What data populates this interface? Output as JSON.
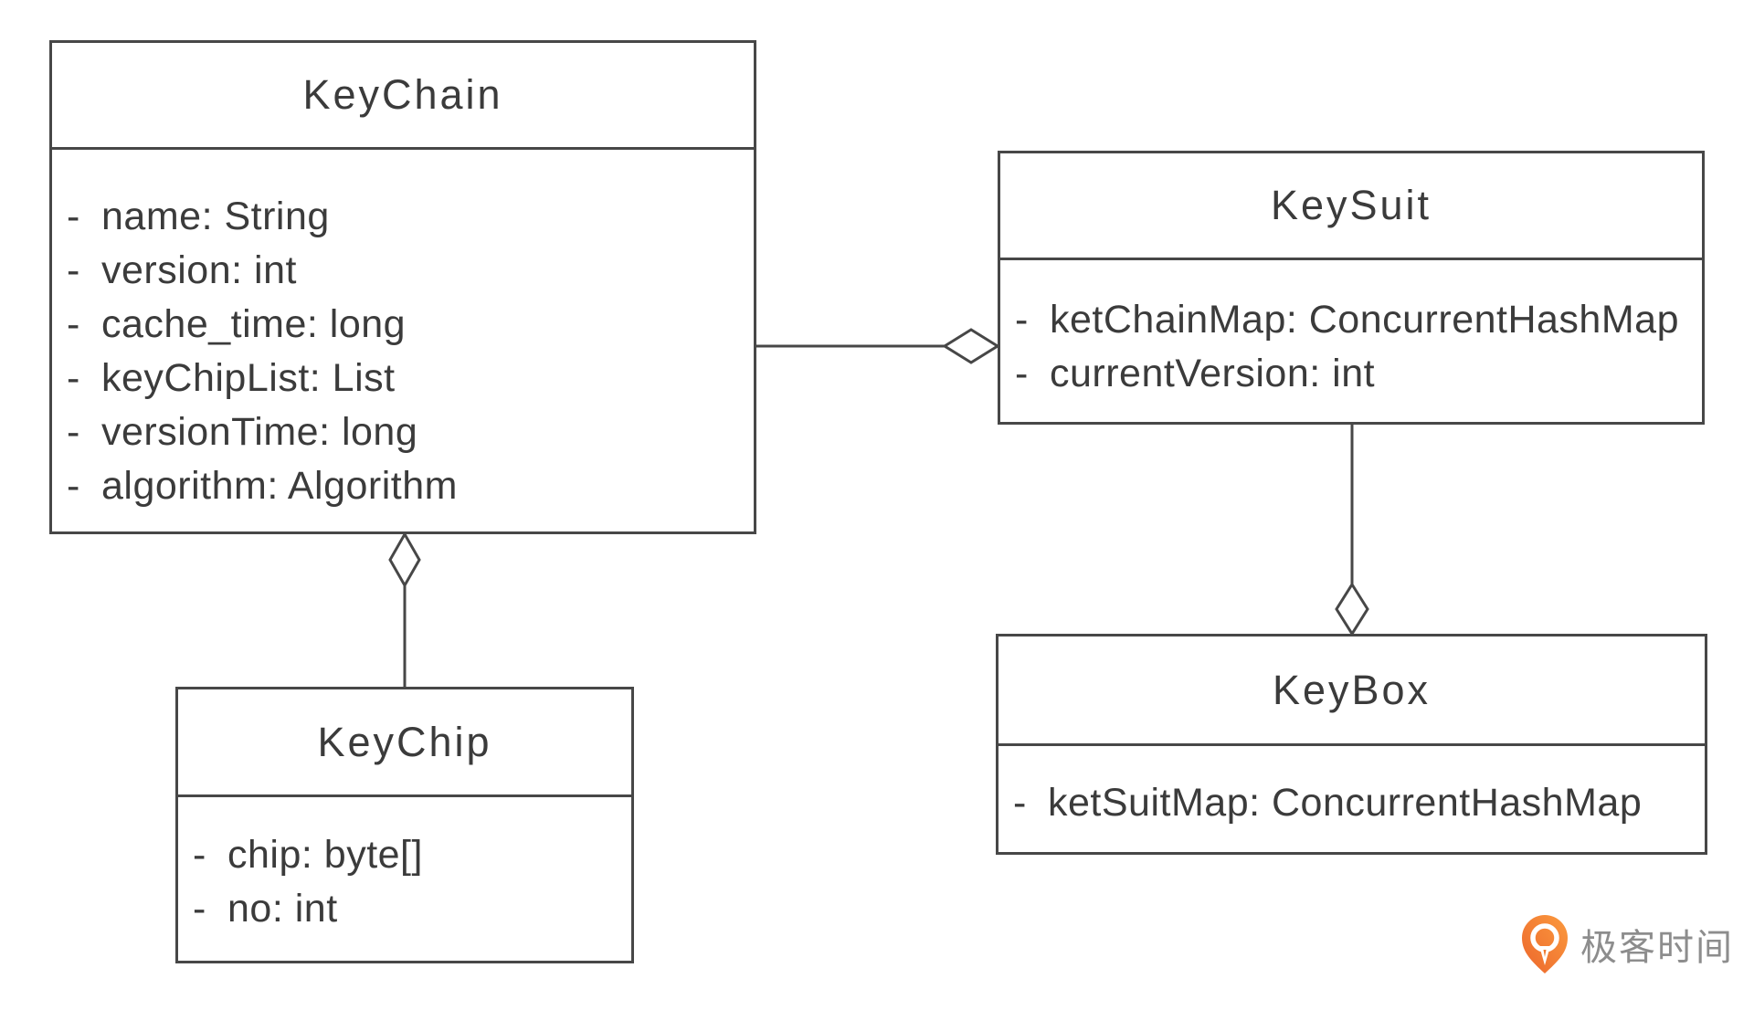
{
  "diagram": {
    "type": "uml-class-diagram",
    "visibility_marker": "-",
    "classes": [
      {
        "name": "KeyChain",
        "attributes": [
          "name: String",
          "version: int",
          "cache_time: long",
          "keyChipList: List",
          "versionTime: long",
          "algorithm: Algorithm"
        ]
      },
      {
        "name": "KeySuit",
        "attributes": [
          "ketChainMap: ConcurrentHashMap",
          "currentVersion: int"
        ]
      },
      {
        "name": "KeyChip",
        "attributes": [
          "chip: byte[]",
          "no: int"
        ]
      },
      {
        "name": "KeyBox",
        "attributes": [
          "ketSuitMap: ConcurrentHashMap"
        ]
      }
    ],
    "relations": [
      {
        "from": "KeyChain",
        "to": "KeySuit",
        "type": "aggregation",
        "diamond_at": "KeySuit"
      },
      {
        "from": "KeyChip",
        "to": "KeyChain",
        "type": "aggregation",
        "diamond_at": "KeyChain"
      },
      {
        "from": "KeySuit",
        "to": "KeyBox",
        "type": "aggregation",
        "diamond_at": "KeyBox"
      }
    ],
    "colors": {
      "line": "#474747",
      "text": "#3b3b3b",
      "background": "#ffffff"
    }
  },
  "branding": {
    "logo_text": "极客时间",
    "logo_orange": "#f58233",
    "logo_text_color": "#8d8d8d"
  }
}
